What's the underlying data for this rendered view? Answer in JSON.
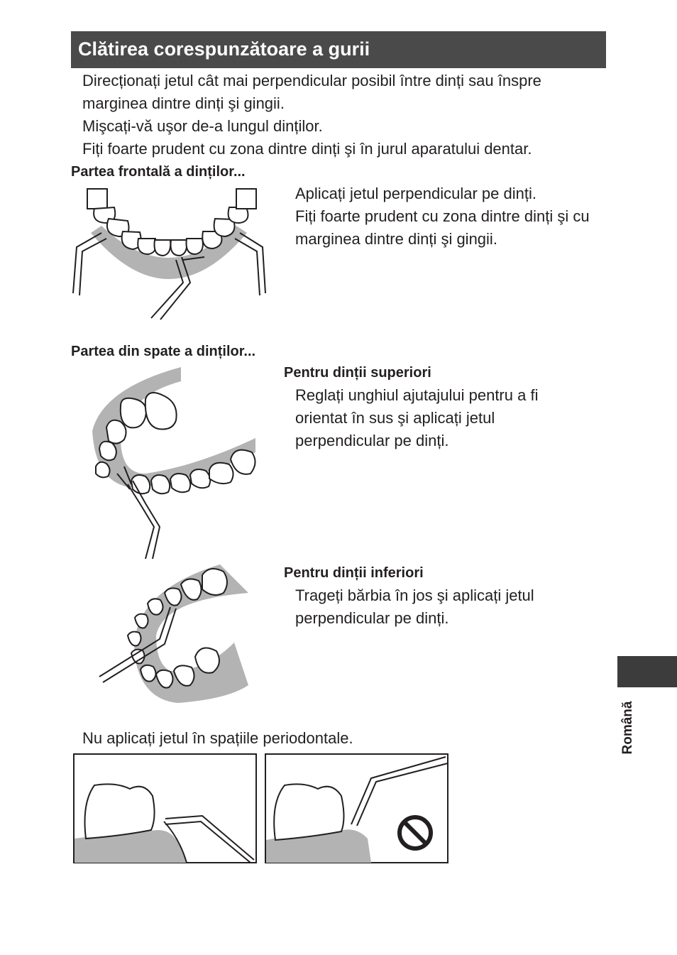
{
  "section_title": "Clătirea corespunzătoare a gurii",
  "intro": [
    "Direcționați jetul cât mai perpendicular posibil între dinți sau înspre",
    "marginea dintre dinți şi gingii.",
    "Mişcați-vă uşor de-a lungul dinților.",
    "Fiți foarte prudent cu zona dintre dinți şi în jurul aparatului dentar."
  ],
  "front": {
    "heading": "Partea frontală a dinților...",
    "lines": [
      "Aplicați jetul perpendicular pe dinți.",
      "Fiți foarte prudent cu zona dintre dinți şi cu",
      "marginea dintre dinți şi gingii."
    ]
  },
  "back": {
    "heading": "Partea din spate a dinților...",
    "upper": {
      "heading": "Pentru dinții superiori",
      "lines": [
        "Reglați unghiul ajutajului pentru a fi",
        "orientat în sus şi aplicați jetul",
        "perpendicular pe dinți."
      ]
    },
    "lower": {
      "heading": "Pentru dinții inferiori",
      "lines": [
        "Trageți bărbia în jos şi aplicați jetul",
        "perpendicular pe dinți."
      ]
    }
  },
  "warning": "Nu aplicați jetul în spațiile periodontale.",
  "language_tab": "Română",
  "icons": {
    "prohibited": "prohibited-icon"
  },
  "colors": {
    "title_bar": "#4a4a4a",
    "gum": "#b3b3b3",
    "tab": "#3c3c3c"
  }
}
